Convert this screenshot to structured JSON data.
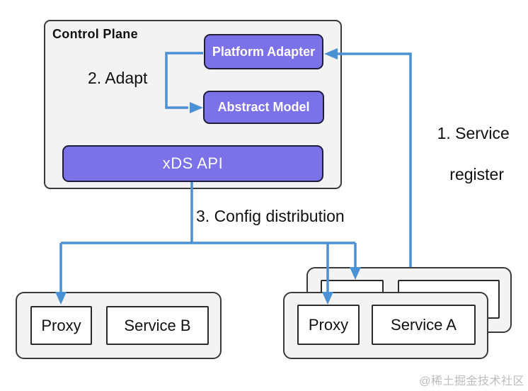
{
  "colors": {
    "node_fill": "#7b71e8",
    "node_border": "#1f1f3c",
    "arrow": "#4a90d5",
    "group_fill": "#f3f3f3",
    "group_border": "#3a3a3a",
    "inner_border": "#2b2b2b",
    "text": "#111111",
    "watermark": "#bcbcbc"
  },
  "control_plane": {
    "label": "Control Plane",
    "nodes": {
      "platform_adapter": "Platform Adapter",
      "abstract_model": "Abstract Model",
      "xds_api": "xDS API"
    }
  },
  "steps": {
    "service_register_line1": "1. Service",
    "service_register_line2": "register",
    "adapt": "2. Adapt",
    "config_distribution": "3. Config distribution"
  },
  "data_plane": {
    "service_b_instance": {
      "proxy": "Proxy",
      "service": "Service B"
    },
    "service_a_instance": {
      "proxy": "Proxy",
      "service": "Service A"
    }
  },
  "watermark": "@稀土掘金技术社区"
}
